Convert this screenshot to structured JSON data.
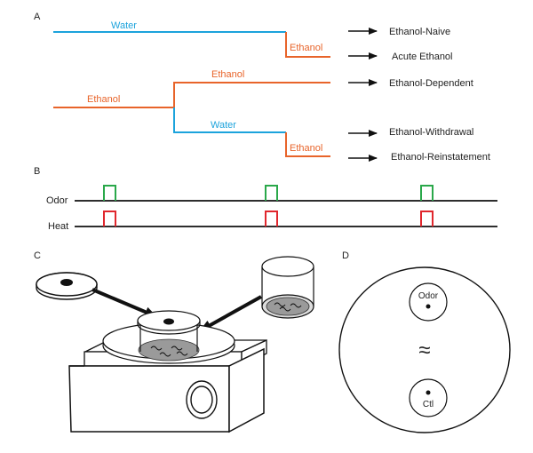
{
  "colors": {
    "water": "#1ca3dc",
    "ethanol": "#e8642a",
    "odor": "#2aa84a",
    "heat": "#e0272d",
    "line": "#111111",
    "dish_fill": "#bfbfbf"
  },
  "panel_a": {
    "letter": "A",
    "top_water_label": "Water",
    "top_ethanol_label": "Ethanol",
    "left_ethanol_label": "Ethanol",
    "upper_branch_label": "Ethanol",
    "lower_water_label": "Water",
    "lower_ethanol_label": "Ethanol",
    "outcomes": [
      "Ethanol-Naive",
      "Acute Ethanol",
      "Ethanol-Dependent",
      "Ethanol-Withdrawal",
      "Ethanol-Reinstatement"
    ]
  },
  "panel_b": {
    "letter": "B",
    "odor_label": "Odor",
    "heat_label": "Heat",
    "pulse_count": 3
  },
  "panel_c": {
    "letter": "C"
  },
  "panel_d": {
    "letter": "D",
    "odor_well_label": "Odor",
    "ctl_well_label": "Ctl",
    "center_symbol": "≈"
  }
}
